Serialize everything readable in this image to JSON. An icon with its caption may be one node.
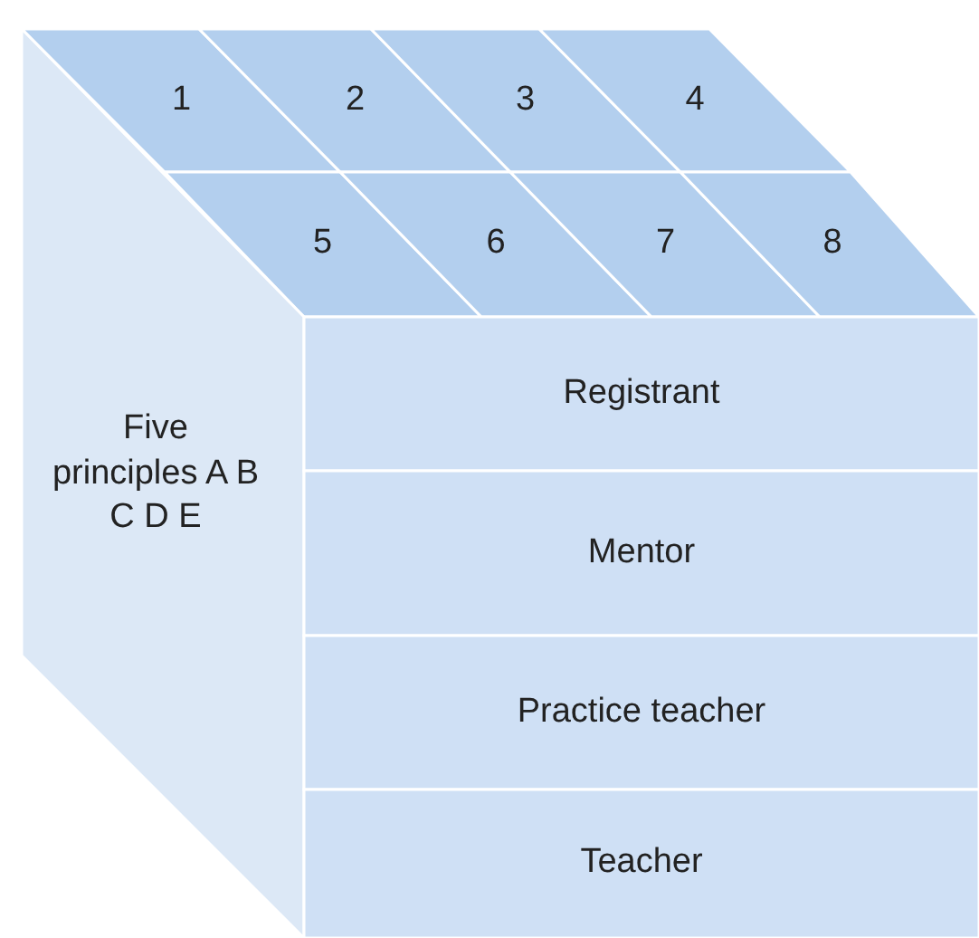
{
  "diagram": {
    "nodes": [
      {
        "text": [
          "1"
        ]
      },
      {
        "text": [
          "2"
        ]
      },
      {
        "text": [
          "3"
        ]
      },
      {
        "text": [
          "4"
        ]
      },
      {
        "text": [
          "5"
        ]
      },
      {
        "text": [
          "6"
        ]
      },
      {
        "text": [
          "7"
        ]
      },
      {
        "text": [
          "8"
        ]
      },
      {
        "text": [
          "Five principles A B C D E"
        ]
      },
      {
        "text": [
          "Registrant"
        ]
      },
      {
        "text": [
          "Mentor"
        ]
      },
      {
        "text": [
          "Practice teacher"
        ]
      },
      {
        "text": [
          "Teacher"
        ]
      }
    ]
  }
}
